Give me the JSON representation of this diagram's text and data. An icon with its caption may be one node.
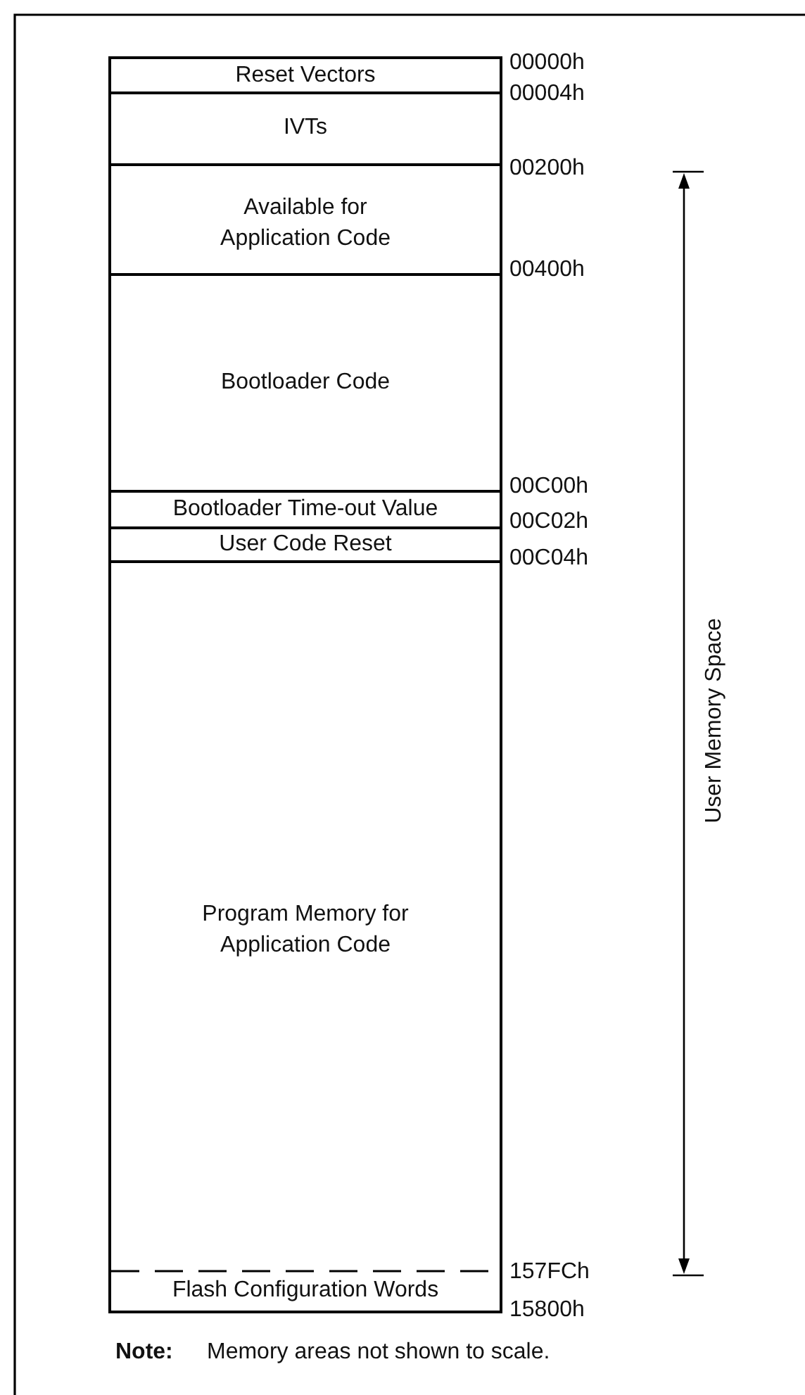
{
  "diagram": {
    "nodes": [
      {
        "text": [
          "Reset Vectors"
        ]
      },
      {
        "text": [
          "IVTs"
        ]
      },
      {
        "text": [
          "Available for Application Code"
        ]
      },
      {
        "text": [
          "Bootloader Code"
        ]
      },
      {
        "text": [
          "Bootloader Time-out Value"
        ]
      },
      {
        "text": [
          "User Code Reset"
        ]
      },
      {
        "text": [
          "Program Memory for Application Code"
        ]
      },
      {
        "text": [
          "Flash Configuration Words"
        ]
      }
    ],
    "labels": [
      "00000h",
      "00004h",
      "00200h",
      "00400h",
      "00C00h",
      "00C02h",
      "00C04h",
      "157FCh",
      "15800h",
      "User Memory Space",
      "Note:",
      "Memory areas not shown to scale."
    ]
  }
}
